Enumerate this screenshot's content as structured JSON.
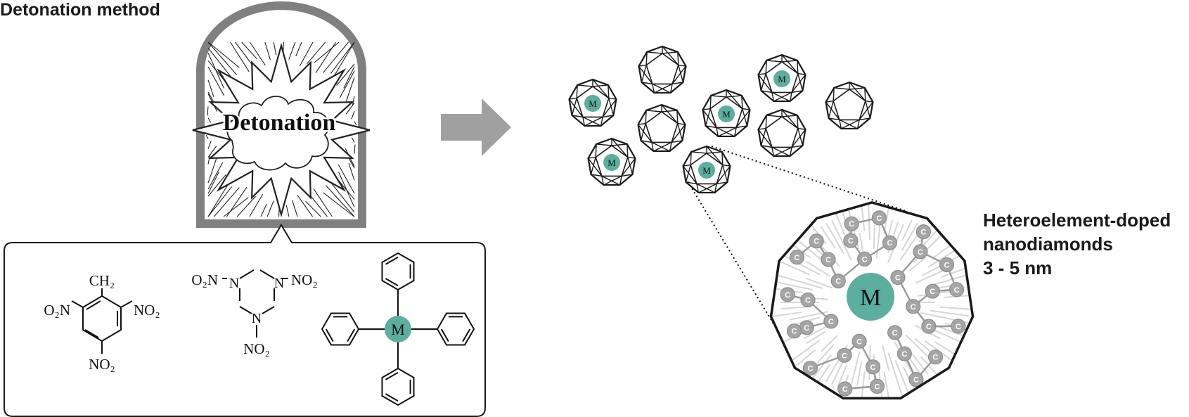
{
  "title": "Detonation method",
  "chamber_label": "Detonation",
  "molecules": {
    "tnt": {
      "top": "CH₂",
      "left": "O₂N",
      "right": "NO₂",
      "bottom": "NO₂"
    },
    "rdx": {
      "left": "O₂N",
      "right": "NO₂",
      "bottom": "NO₂",
      "n_label": "N"
    },
    "tetraphenyl": {
      "center": "M"
    }
  },
  "nanodiamond": {
    "dopant_label": "M",
    "carbon_label": "C"
  },
  "result": {
    "line1": "Heteroelement-doped",
    "line2": "nanodiamonds",
    "line3": "3 - 5 nm"
  },
  "colors": {
    "dopant": "#5cae9f",
    "chamber_border": "#808080",
    "arrow": "#a0a0a0",
    "ink": "#1a1a1a",
    "carbon": "#a6a6a6"
  }
}
